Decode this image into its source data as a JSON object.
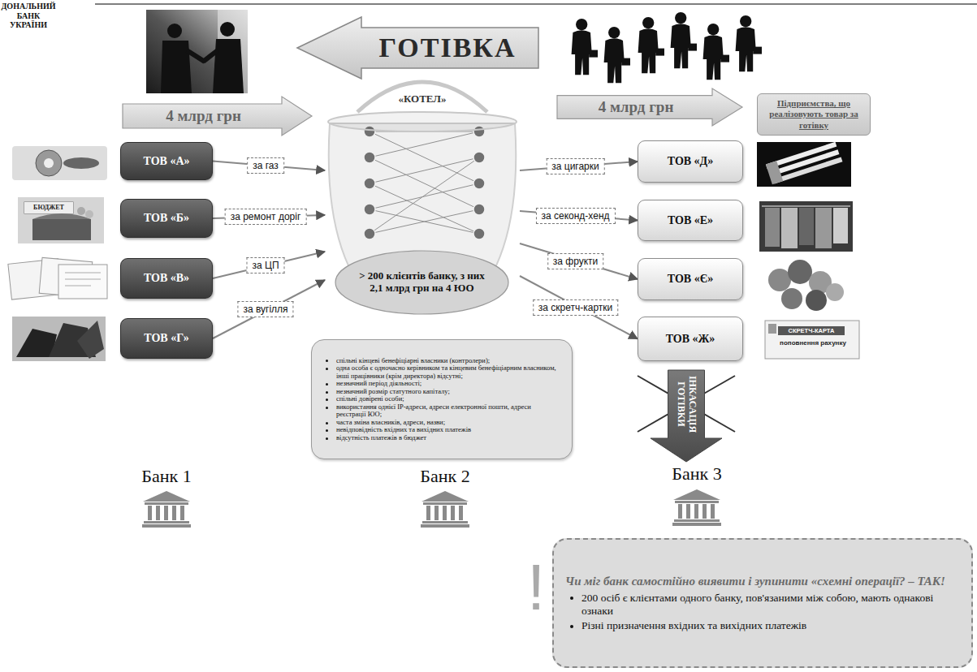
{
  "diagram": {
    "nodes": [
      {
        "text": [
          "ГОТІВКА"
        ]
      },
      {
        "text": [
          "4 млрд грн"
        ]
      },
      {
        "text": [
          "«КОТЕЛ»"
        ]
      },
      {
        "text": [
          "4 млрд грн"
        ]
      },
      {
        "text": [
          "Підприємства, що реалізовують товар за готівку"
        ]
      },
      {
        "text": [
          "ТОВ «А»"
        ]
      },
      {
        "text": [
          "ТОВ «Б»"
        ]
      },
      {
        "text": [
          "ТОВ «В»"
        ]
      },
      {
        "text": [
          "ТОВ «Г»"
        ]
      },
      {
        "text": [
          "ТОВ «Д»"
        ]
      },
      {
        "text": [
          "ТОВ «Е»"
        ]
      },
      {
        "text": [
          "ТОВ «Є»"
        ]
      },
      {
        "text": [
          "ТОВ «Ж»"
        ]
      },
      {
        "text": [
          "> 200 клієнтів банку, з них 2,1 млрд грн на 4 ЮО"
        ],
        "in": 2
      },
      {
        "text": [
          "спільні кінцеві бенефіціарні власники (контролери);",
          "одна особа є одночасно керівником та кінцевим бенефіціарним власником, інші працівники (крім директора) відсутні;",
          "незначний період діяльності;",
          "незначний розмір статутного капіталу;",
          "спільні довірені особи;",
          "використання однієї IP-адреси, адреси електронної пошти, адреси реєстрації ЮО;",
          "часта зміна власників, адреси, назви;",
          "невідповідність вхідних та вихідних платежів",
          "відсутність платежів в бюджет"
        ]
      },
      {
        "text": [
          "ІНКАСАЦІЯ ГОТІВКИ"
        ]
      },
      {
        "text": [
          "Чи міг банк самостійно виявити і зупинити «схемні операції? – ТАК!",
          "200 осіб є клієнтами одного банку, пов'язаними між собою, мають однакові ознаки",
          "Різні призначення вхідних та вихідних платежів"
        ]
      }
    ],
    "edges": [
      {
        "from": 5,
        "to": 2,
        "label": "за газ",
        "arrow": "to"
      },
      {
        "from": 6,
        "to": 2,
        "label": "за ремонт доріг",
        "arrow": "to"
      },
      {
        "from": 7,
        "to": 2,
        "label": "за ЦП",
        "arrow": "to"
      },
      {
        "from": 8,
        "to": 2,
        "label": "за вугілля",
        "arrow": "to"
      },
      {
        "from": 2,
        "to": 9,
        "label": "за цигарки",
        "arrow": "to"
      },
      {
        "from": 2,
        "to": 10,
        "label": "за секонд-хенд",
        "arrow": "to"
      },
      {
        "from": 2,
        "to": 11,
        "label": "за фрукти",
        "arrow": "to"
      },
      {
        "from": 2,
        "to": 12,
        "label": "за скретч-картки",
        "arrow": "to"
      }
    ],
    "labels": [
      "ДОНАЛЬНИЙ БАНК УКРАЇНИ",
      "БЮДЖЕТ",
      "СКРЕТЧ-КАРТА",
      "поповнення рахунку",
      "Банк 1",
      "Банк 2",
      "Банк 3",
      "!"
    ]
  }
}
